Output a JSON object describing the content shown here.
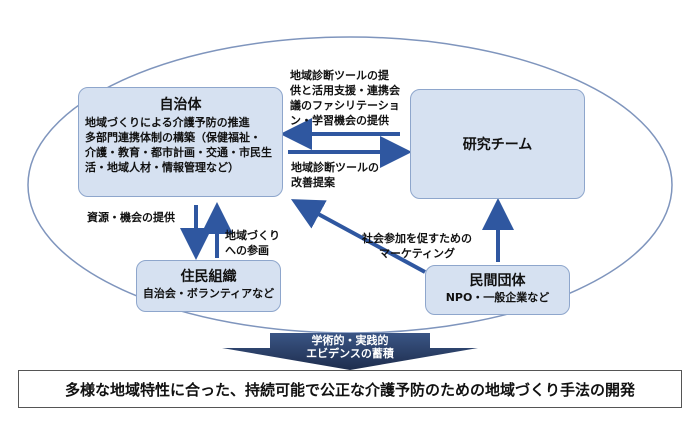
{
  "nodes": {
    "government": {
      "title": "自治体",
      "lines": [
        "地域づくりによる介護予防の推進",
        "多部門連携体制の構築（保健福祉・",
        "介護・教育・都市計画・交通・市民生",
        "活・地域人材・情報管理など）"
      ]
    },
    "research": {
      "title": "研究チーム"
    },
    "residents": {
      "title": "住民組織",
      "sub": "自治会・ボランティアなど"
    },
    "private": {
      "title": "民間団体",
      "sub": "NPO・一般企業など"
    }
  },
  "labels": {
    "research_to_gov": [
      "地域診断ツールの提",
      "供と活用支援・連携会",
      "議のファシリテーショ",
      "ン・学習機会の提供"
    ],
    "gov_to_research": [
      "地域診断ツールの",
      "改善提案"
    ],
    "gov_to_residents": "資源・機会の提供",
    "residents_to_gov": [
      "地域づくり",
      "への参画"
    ],
    "private_to_gov": [
      "社会参加を促すための",
      "マーケティング"
    ]
  },
  "evidence": [
    "学術的・実践的",
    "エビデンスの蓄積"
  ],
  "goal": "多様な地域特性に合った、持続可能で公正な介護予防のための地域づくり手法の開発",
  "colors": {
    "box_fill": "#d6e1f1",
    "box_border": "#8ea6cc",
    "arrow": "#2f57a0",
    "ellipse": "#7f95bd",
    "evidence_arrow": "#2a3d66"
  }
}
